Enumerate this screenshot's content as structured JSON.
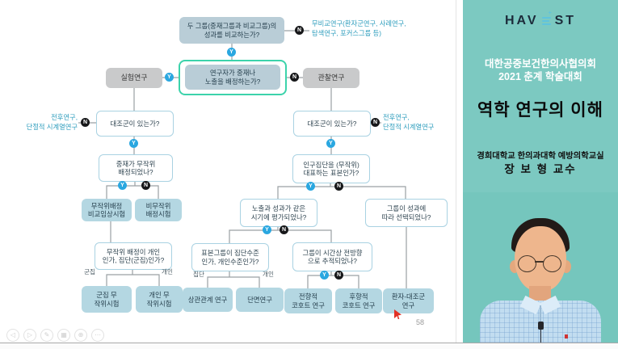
{
  "slide": {
    "page_number": "58",
    "flow": {
      "labels": {
        "yes": "Y",
        "no": "N"
      },
      "nodes": {
        "q_top": "두 그룹(중재그룹과 비교그룹)의\n성과를 비교하는가?",
        "q_center": "연구자가 중재나\n노출을 배정하는가?",
        "experimental": "실험연구",
        "observational": "관찰연구",
        "l_control": "대조군이 있는가?",
        "l_random": "중재가 무작위\n배정되었나?",
        "l_unit": "무작위 배정이 개인\n인가, 집단(군집)인가?",
        "r_control": "대조군이 있는가?",
        "r_sample": "인구집단을 (무작위)\n대표하는 표본인가?",
        "r_timing": "노출과 성과가 같은\n시기에 평가되었나?",
        "r_selected": "그룹이 성과에\n따라 선택되었나?",
        "r_level": "표본그룹이 집단수준\n인가, 개인수준인가?",
        "r_forward": "그룹이 시간상 전방향\n으로 추적되었나?",
        "rct": "무작위배정\n비교임상시험",
        "nonrandom": "비무작위\n배정시험",
        "cluster_trial": "군집 무\n작위시험",
        "individual_trial": "개인 무\n작위시험",
        "correlation": "상관관계 연구",
        "cross_sectional": "단면연구",
        "prospective": "전향적\n코호트 연구",
        "retrospective": "후향적\n코호트 연구",
        "case_control": "환자-대조군\n연구"
      },
      "annotations": {
        "no_comparison": "무비교연구(환자군연구, 사례연구,\n탐색연구, 포커스그룹 등)",
        "before_after_left": "전후연구,\n단절적 시계열연구",
        "before_after_right": "전후연구,\n단절적 시계열연구"
      },
      "branch_labels": {
        "cluster": "군집",
        "individual_left": "개인",
        "group": "집단",
        "individual_right": "개인"
      },
      "colors": {
        "yes_badge": "#2aa7e0",
        "no_badge": "#17181a",
        "highlight_ring": "#3cd3ab",
        "annotation_text": "#2e9dbd",
        "filled_node": "#b9cdd7",
        "leaf_node": "#b4d7e2",
        "gray_node": "#c9cacb"
      }
    },
    "toolbar": {
      "icons": [
        {
          "name": "previous-slide",
          "glyph": "◁"
        },
        {
          "name": "next-slide",
          "glyph": "▷"
        },
        {
          "name": "pen",
          "glyph": "✎"
        },
        {
          "name": "all-slides",
          "glyph": "▦"
        },
        {
          "name": "zoom",
          "glyph": "⊕"
        },
        {
          "name": "more-options",
          "glyph": "⋯"
        }
      ]
    }
  },
  "sidebar": {
    "brand_left": "HAV",
    "brand_right": "ST",
    "brand_sparkle": "+",
    "event_line1": "대한공중보건한의사협의회",
    "event_line2": "2021 춘계 학술대회",
    "title": "역학 연구의 이해",
    "affiliation": "경희대학교 한의과대학 예방의학교실",
    "presenter": "장 보 형  교수",
    "accent_teal": "#7cc9c1"
  }
}
